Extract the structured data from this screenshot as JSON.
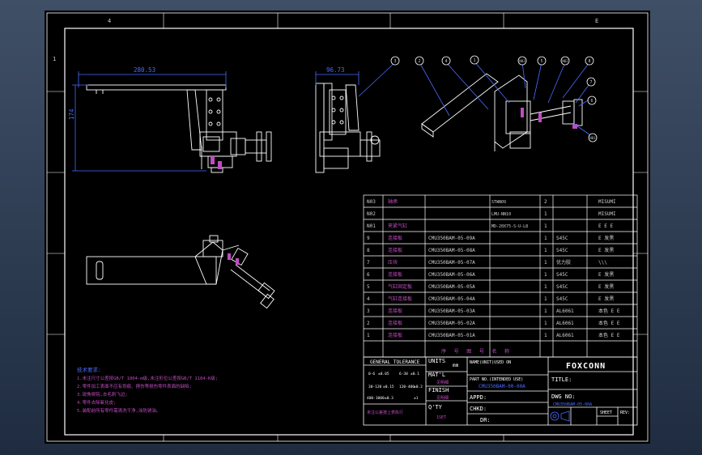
{
  "frame": {
    "cols": [
      "4",
      "",
      "",
      "",
      "E",
      ""
    ],
    "rows": [
      "1",
      "",
      "",
      "",
      "",
      "",
      ""
    ]
  },
  "dims": {
    "front_width": "280.53",
    "front_height": "174",
    "side_width": "96.73"
  },
  "balloons": [
    "3",
    "2",
    "4",
    "1",
    "N03",
    "5",
    "N02",
    "8",
    "7",
    "6",
    "N01"
  ],
  "bom": {
    "rows": [
      {
        "no": "N03",
        "name": "轴承",
        "code": "",
        "spec": "STWN09",
        "qty": "2",
        "material": "",
        "brand": "MISUMI"
      },
      {
        "no": "N02",
        "name": "",
        "code": "",
        "spec": "LMU-NN10",
        "qty": "1",
        "material": "",
        "brand": "MISUMI"
      },
      {
        "no": "N01",
        "name": "夹紧气缸",
        "code": "",
        "spec": "MD-20X75-S-U-L8",
        "qty": "1",
        "material": "",
        "brand": "E E E"
      },
      {
        "no": "9",
        "name": "连接板",
        "code": "CMU350BAM-05-09A",
        "spec": "",
        "qty": "1",
        "material": "S45C",
        "brand": "E 发黑"
      },
      {
        "no": "8",
        "name": "连接板",
        "code": "CMU350BAM-05-08A",
        "spec": "",
        "qty": "1",
        "material": "S45C",
        "brand": "E 发黑"
      },
      {
        "no": "7",
        "name": "压块",
        "code": "CMU350BAM-05-07A",
        "spec": "",
        "qty": "1",
        "material": "优力胶",
        "brand": "\\\\\\"
      },
      {
        "no": "6",
        "name": "连接板",
        "code": "CMU350BAM-05-06A",
        "spec": "",
        "qty": "1",
        "material": "S45C",
        "brand": "E 发黑"
      },
      {
        "no": "5",
        "name": "气缸固定板",
        "code": "CMU350BAM-05-05A",
        "spec": "",
        "qty": "1",
        "material": "S45C",
        "brand": "E 发黑"
      },
      {
        "no": "4",
        "name": "气缸连接板",
        "code": "CMU350BAM-05-04A",
        "spec": "",
        "qty": "1",
        "material": "S45C",
        "brand": "E 发黑"
      },
      {
        "no": "3",
        "name": "连接板",
        "code": "CMU350BAM-05-03A",
        "spec": "",
        "qty": "1",
        "material": "AL6061",
        "brand": "本色 E E"
      },
      {
        "no": "2",
        "name": "连接板",
        "code": "CMU350BAM-05-02A",
        "spec": "",
        "qty": "1",
        "material": "AL6061",
        "brand": "本色 E E"
      },
      {
        "no": "1",
        "name": "连接板",
        "code": "CMU350BAM-05-01A",
        "spec": "",
        "qty": "1",
        "material": "AL6061",
        "brand": "本色 E E"
      }
    ],
    "footer": "序 号 图 号 名 称"
  },
  "notes": {
    "title": "技术要求:",
    "lines": [
      "1.未注尺寸公差按GB/T 1804-m级,未注形位公差按GB/T 1184-K级;",
      "2.零件加工表面不应有划痕、擦伤等损伤零件表面的缺陷;",
      "3.锐角倒钝,去毛刺飞边;",
      "4.零件去除氧化皮;",
      "5.装配前所有零件需清洗干净,涂防锈油。"
    ]
  },
  "title_block": {
    "general_tolerance": "GENERAL TOLERANCE",
    "tol_rows": [
      [
        "0-6",
        "±0.05",
        "6-30",
        "±0.1"
      ],
      [
        "30-120",
        "±0.15",
        "120-400",
        "±0.2"
      ],
      [
        "400-1000",
        "±0.3",
        "",
        "±1"
      ]
    ],
    "tol_note": "未注公差按上表执行",
    "units_label": "UNITS",
    "units_value": "mm",
    "matl_label": "MAT'L",
    "matl_value": "见明细",
    "finish_label": "FINISH",
    "finish_value": "见明细",
    "qty_label": "Q'TY",
    "qty_value": "1SET",
    "used_on_label": "NAME(UNIT)USED ON",
    "used_on_value": "",
    "part_no_label": "PART NO.(INTENDED USE)",
    "part_no_value": "CMU350BAM-00-00A",
    "appd_label": "APPD:",
    "chkd_label": "CHKD:",
    "dr_label": "DR:",
    "dr_value": "",
    "brand": "FOXCONN",
    "title_label": "TITLE:",
    "title_value": "",
    "dwg_no_label": "DWG NO:",
    "dwg_no_value": "CMU350BAM-05-00A",
    "sheet_label": "SHEET",
    "rev_label": "REV:"
  },
  "colors": {
    "line": "#ffffff",
    "blue": "#4a6cff",
    "magenta": "#c04cc0",
    "bg": "#000000"
  }
}
